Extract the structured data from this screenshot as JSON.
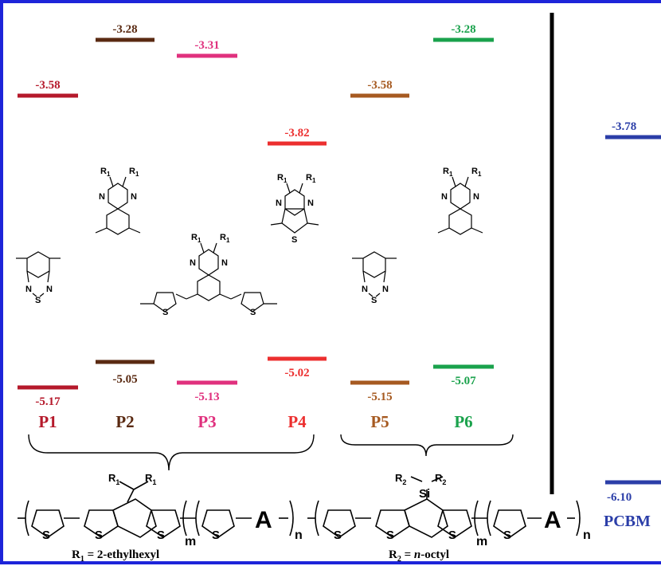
{
  "colors": {
    "frame": "#1d24d9",
    "P1": "#b5192b",
    "P2": "#5a2a12",
    "P3": "#e0317e",
    "P4": "#ec2f2f",
    "P5": "#a65a21",
    "P6": "#1aa24c",
    "PCBM": "#2b3ea8",
    "divider": "#000000",
    "structure": "#000000"
  },
  "levels": [
    {
      "id": "P1",
      "name": "P1",
      "lumo": "-3.58",
      "homo": "-5.17"
    },
    {
      "id": "P2",
      "name": "P2",
      "lumo": "-3.28",
      "homo": "-5.05"
    },
    {
      "id": "P3",
      "name": "P3",
      "lumo": "-3.31",
      "homo": "-5.13"
    },
    {
      "id": "P4",
      "name": "P4",
      "lumo": "-3.82",
      "homo": "-5.02"
    },
    {
      "id": "P5",
      "name": "P5",
      "lumo": "-3.58",
      "homo": "-5.15"
    },
    {
      "id": "P6",
      "name": "P6",
      "lumo": "-3.28",
      "homo": "-5.07"
    }
  ],
  "pcbm": {
    "name": "PCBM",
    "lumo": "-3.78",
    "homo": "-6.10"
  },
  "acceptor_labels": {
    "r1": "R",
    "sub1": "1",
    "n": "N",
    "s": "S"
  },
  "backbone": {
    "s": "S",
    "a": "A",
    "m": "m",
    "n": "n",
    "si": "Si",
    "r1_main": "R",
    "r1_sub": "1",
    "r2_main": "R",
    "r2_sub": "2",
    "r1_def_main": "R",
    "r1_def_sub": "1",
    "r1_def_rest": " = 2-ethylhexyl",
    "r2_def_main": "R",
    "r2_def_sub": "2",
    "r2_def_eq": " = ",
    "r2_def_val": "n",
    "r2_def_rest": "-octyl"
  }
}
